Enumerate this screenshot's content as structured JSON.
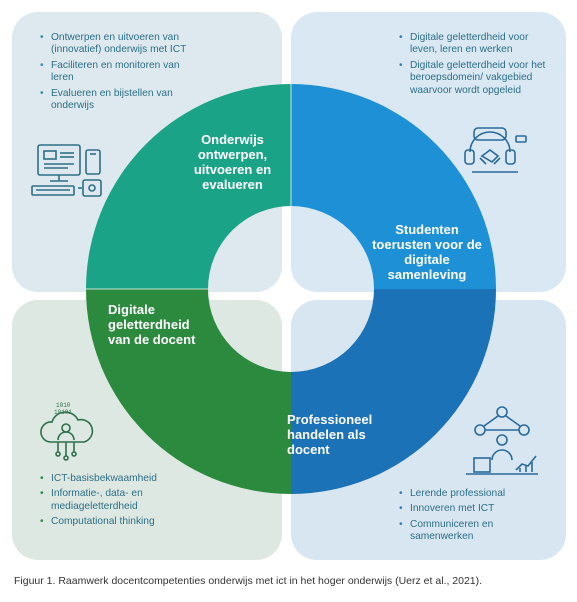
{
  "quadrants": {
    "top_left": {
      "bullets": [
        "Ontwerpen en uitvoeren van (innovatief) onderwijs met ICT",
        "Faciliteren en monitoren van leren",
        "Evalueren en bijstellen van onderwijs"
      ]
    },
    "top_right": {
      "bullets": [
        "Digitale geletterdheid voor leven, leren en werken",
        "Digitale geletterdheid voor het beroepsdomein/ vakgebied waarvoor wordt opgeleid"
      ]
    },
    "bottom_left": {
      "bullets": [
        "ICT-basisbekwaamheid",
        "Informatie-, data- en mediageletterdheid",
        "Computational thinking"
      ]
    },
    "bottom_right": {
      "bullets": [
        "Lerende professional",
        "Innoveren met ICT",
        "Communiceren en samenwerken"
      ]
    }
  },
  "segments": {
    "onderwijs": "Onderwijs ontwerpen, uitvoeren en evalueren",
    "studenten": "Studenten toerusten voor de digitale samenleving",
    "professioneel": "Professioneel handelen als docent",
    "digitale": "Digitale geletterdheid van de docent"
  },
  "colors": {
    "teal": "#1aa386",
    "blue": "#1e91d6",
    "darkblue": "#1b72b6",
    "green": "#2b8a3e"
  },
  "icons": [
    "computer-workstation-icon",
    "vr-handshake-icon",
    "cloud-person-icon",
    "network-people-icon"
  ],
  "caption": "Figuur 1. Raamwerk docentcompetenties onderwijs met ict in het hoger onderwijs (Uerz et al., 2021)."
}
